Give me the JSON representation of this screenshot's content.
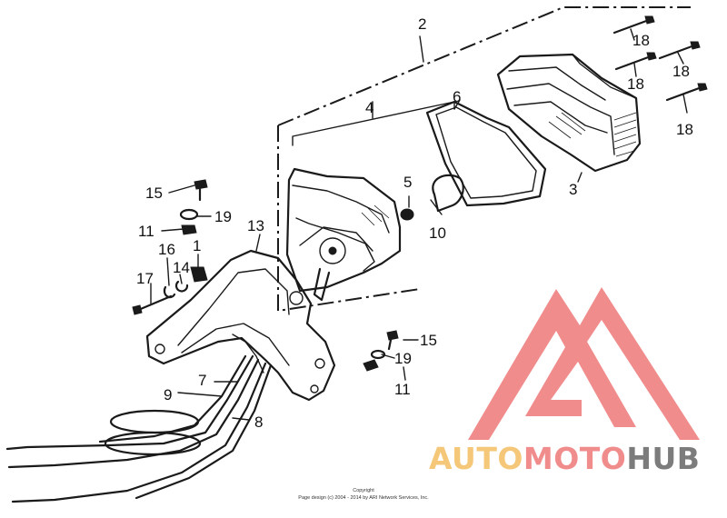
{
  "parts": [
    {
      "id": "p2",
      "label": "2"
    },
    {
      "id": "p18a",
      "label": "18"
    },
    {
      "id": "p18b",
      "label": "18"
    },
    {
      "id": "p18c",
      "label": "18"
    },
    {
      "id": "p18d",
      "label": "18"
    },
    {
      "id": "p4",
      "label": "4"
    },
    {
      "id": "p6",
      "label": "6"
    },
    {
      "id": "p3",
      "label": "3"
    },
    {
      "id": "p5",
      "label": "5"
    },
    {
      "id": "p10",
      "label": "10"
    },
    {
      "id": "p15a",
      "label": "15"
    },
    {
      "id": "p19a",
      "label": "19"
    },
    {
      "id": "p11a",
      "label": "11"
    },
    {
      "id": "p13",
      "label": "13"
    },
    {
      "id": "p16",
      "label": "16"
    },
    {
      "id": "p1",
      "label": "1"
    },
    {
      "id": "p17",
      "label": "17"
    },
    {
      "id": "p14",
      "label": "14"
    },
    {
      "id": "p15b",
      "label": "15"
    },
    {
      "id": "p19b",
      "label": "19"
    },
    {
      "id": "p11b",
      "label": "11"
    },
    {
      "id": "p7",
      "label": "7"
    },
    {
      "id": "p9",
      "label": "9"
    },
    {
      "id": "p8",
      "label": "8"
    }
  ],
  "copyright": {
    "line1": "Copyright",
    "line2": "Page design (c) 2004 - 2014 by ARI Network Services, Inc."
  },
  "watermark": {
    "part1": "AUTO",
    "part2": "MOTO",
    "part3": "HUB",
    "colors": {
      "auto": "#f5c26b",
      "moto": "#f08080",
      "hub": "#6e6e6e",
      "logo": "#f08080"
    }
  }
}
